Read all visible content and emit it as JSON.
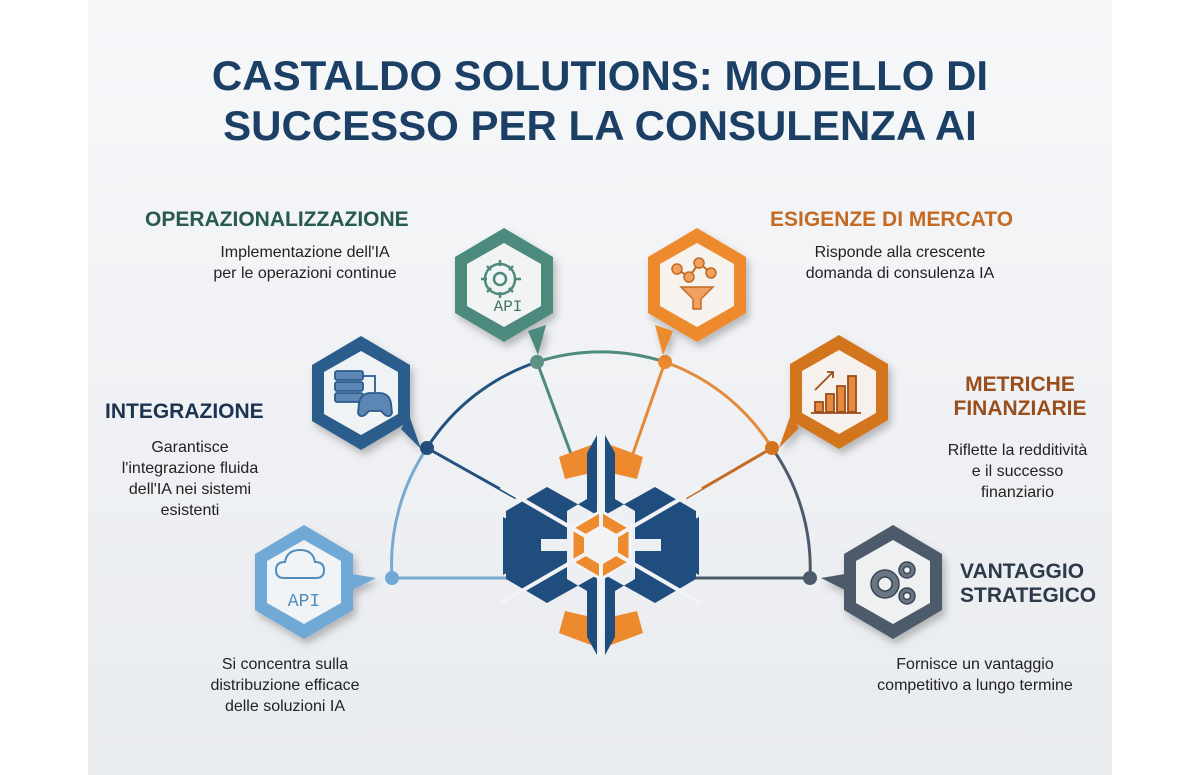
{
  "title": {
    "line1": "CASTALDO SOLUTIONS: MODELLO DI",
    "line2": "SUCCESSO PER LA CONSULENZA AI"
  },
  "colors": {
    "title": "#1c3f66",
    "teal": "#4e8a7e",
    "orange": "#ee8a2e",
    "dark_orange": "#d3741f",
    "navy": "#2b5b8c",
    "light_blue": "#6fa8d6",
    "slate": "#4d5a6a",
    "logo_navy": "#1f4d7e"
  },
  "nodes": [
    {
      "id": "operazionalizzazione",
      "title": "OPERAZIONALIZZAZIONE",
      "title_color": "#285a4d",
      "desc_lines": [
        "Implementazione dell'IA",
        "per le operazioni continue"
      ],
      "icon": "gear-api-icon",
      "icon_text": "API"
    },
    {
      "id": "esigenze-di-mercato",
      "title": "ESIGENZE DI MERCATO",
      "title_color": "#c46a22",
      "desc_lines": [
        "Risponde alla crescente",
        "domanda di consulenza IA"
      ],
      "icon": "funnel-graph-icon"
    },
    {
      "id": "integrazione",
      "title": "INTEGRAZIONE",
      "title_color": "#1c3450",
      "desc_lines": [
        "Garantisce",
        "l'integrazione fluida",
        "dell'IA nei sistemi",
        "esistenti"
      ],
      "icon": "server-gamepad-icon"
    },
    {
      "id": "metriche-finanziarie",
      "title_lines": [
        "METRICHE",
        "FINANZIARIE"
      ],
      "title_color": "#9a4e1c",
      "desc_lines": [
        "Riflette la redditività",
        "e il successo",
        "finanziario"
      ],
      "icon": "bar-chart-growth-icon"
    },
    {
      "id": "distribuzione",
      "desc_lines": [
        "Si concentra sulla",
        "distribuzione efficace",
        "delle soluzioni IA"
      ],
      "icon": "cloud-api-icon",
      "icon_text": "API"
    },
    {
      "id": "vantaggio-strategico",
      "title_lines": [
        "VANTAGGIO",
        "STRATEGICO"
      ],
      "title_color": "#2c3a4a",
      "desc_lines": [
        "Fornisce un vantaggio",
        "competitivo a lungo termine"
      ],
      "icon": "gears-icon"
    }
  ]
}
